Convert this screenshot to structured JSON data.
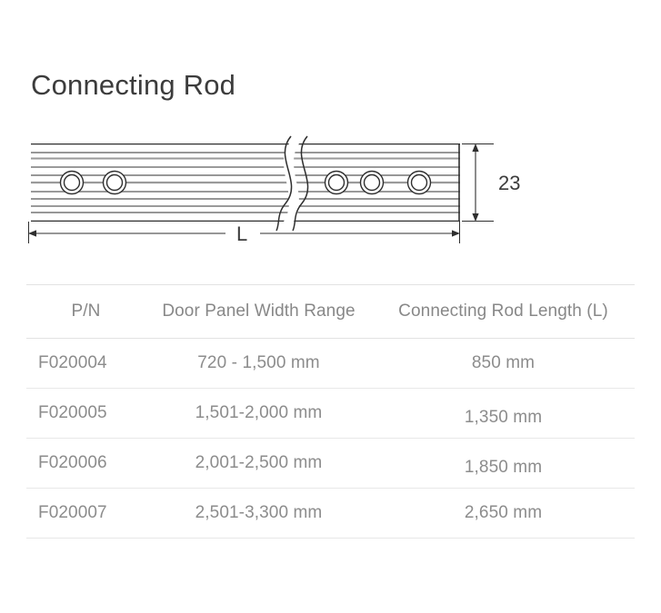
{
  "title": "Connecting Rod",
  "drawing": {
    "height_dimension_label": "23",
    "length_dimension_label": "L",
    "break_symbol": "break-line-symbol",
    "holes_left_count": 2,
    "holes_right_count": 3,
    "line_color": "#333333",
    "ridge_color": "#9a9a9a"
  },
  "table": {
    "headers": [
      "P/N",
      "Door Panel Width Range",
      "Connecting Rod Length (L)"
    ],
    "rows": [
      {
        "pn": "F020004",
        "range": "720 - 1,500 mm",
        "length": "850 mm"
      },
      {
        "pn": "F020005",
        "range": "1,501-2,000 mm",
        "length": "1,350 mm"
      },
      {
        "pn": "F020006",
        "range": "2,001-2,500 mm",
        "length": "1,850 mm"
      },
      {
        "pn": "F020007",
        "range": "2,501-3,300 mm",
        "length": "2,650 mm"
      }
    ]
  }
}
